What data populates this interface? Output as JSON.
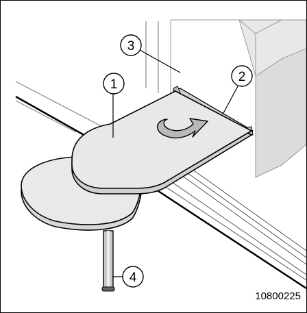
{
  "callouts": {
    "c1": "1",
    "c2": "2",
    "c3": "3",
    "c4": "4"
  },
  "reference_number": "10800225",
  "colors": {
    "surface_light": "#e6e6e6",
    "surface_mid": "#d5d5d5",
    "edge_dark": "#9a9a9a",
    "line": "#000000",
    "arrow_fill": "#b9b9b9"
  }
}
